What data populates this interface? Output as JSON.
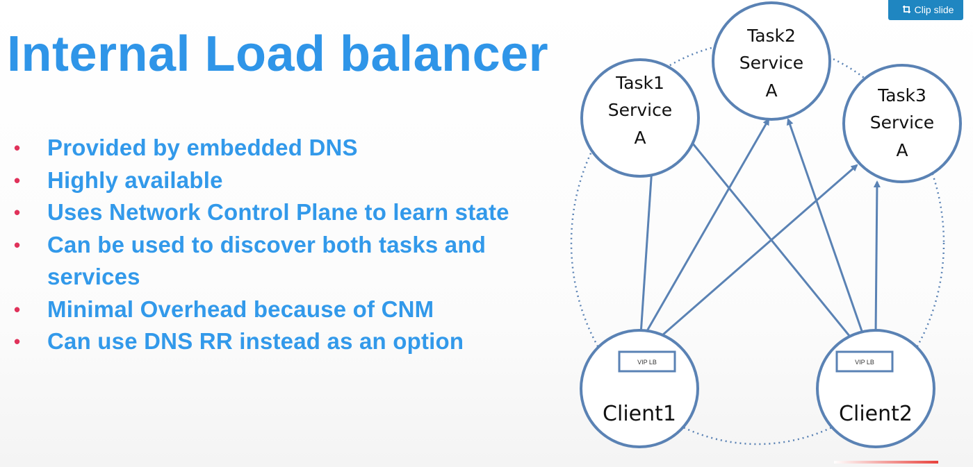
{
  "clip_button": {
    "label": "Clip slide",
    "icon": "clip-icon"
  },
  "slide": {
    "title": "Internal Load balancer",
    "bullets": [
      "Provided by embedded DNS",
      "Highly available",
      "Uses Network Control Plane to learn state",
      "Can be used to discover both tasks and services",
      "Minimal Overhead because of CNM",
      "Can use DNS RR instead as an option"
    ],
    "bullet_char": "•"
  },
  "diagram": {
    "tasks": [
      {
        "line1": "Task1",
        "line2": "Service",
        "line3": "A"
      },
      {
        "line1": "Task2",
        "line2": "Service",
        "line3": "A"
      },
      {
        "line1": "Task3",
        "line2": "Service",
        "line3": "A"
      }
    ],
    "clients": [
      {
        "label": "Client1",
        "vip": "VIP LB"
      },
      {
        "label": "Client2",
        "vip": "VIP LB"
      }
    ]
  },
  "colors": {
    "title": "#2f95e8",
    "bullet_text": "#3299ea",
    "bullet_dot": "#e0325a",
    "diagram_stroke": "#5a82b4",
    "clip_button_bg": "#1f86c1"
  }
}
